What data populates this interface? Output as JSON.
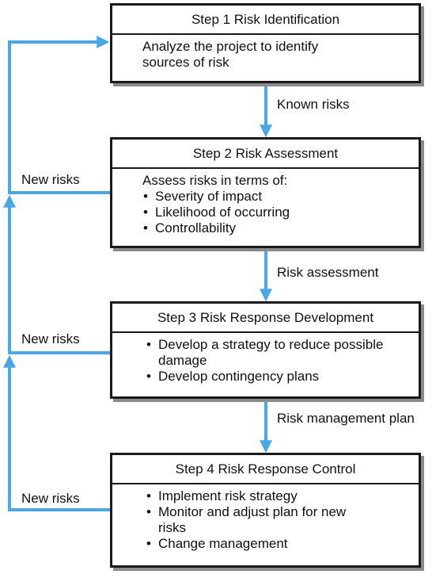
{
  "steps": [
    {
      "title": "Step 1 Risk Identification",
      "body_lines": [
        "Analyze the project to identify",
        "sources of risk"
      ]
    },
    {
      "title": "Step 2 Risk Assessment",
      "intro": "Assess risks in terms of:",
      "bullets": [
        "Severity of impact",
        "Likelihood of occurring",
        "Controllability"
      ]
    },
    {
      "title": "Step 3 Risk Response Development",
      "bullets": [
        "Develop a strategy to reduce possible damage",
        "Develop contingency plans"
      ]
    },
    {
      "title": "Step 4 Risk Response Control",
      "bullets": [
        "Implement risk strategy",
        "Monitor and adjust plan for new risks",
        "Change management"
      ]
    }
  ],
  "forward_labels": [
    "Known risks",
    "Risk assessment",
    "Risk management plan"
  ],
  "feedback_labels": [
    "New risks",
    "New risks",
    "New risks"
  ],
  "colors": {
    "arrow": "#4aa6e4",
    "border": "#1a1a1a",
    "shadow": "#8a8a8a"
  }
}
